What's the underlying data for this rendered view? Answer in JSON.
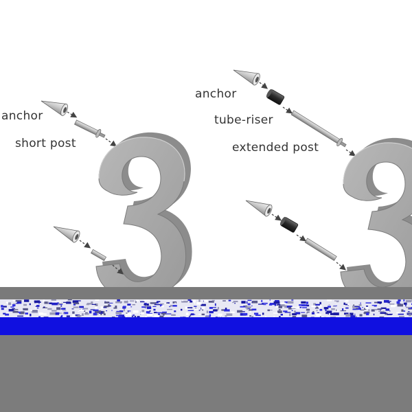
{
  "left_assembly": {
    "anchor_label": "anchor",
    "post_label": "short post",
    "numeral": "3"
  },
  "right_assembly": {
    "anchor_label": "anchor",
    "riser_label": "tube-riser",
    "post_label": "extended post",
    "numeral": "3"
  },
  "colors": {
    "metal_face": "#a9a9a9",
    "metal_side": "#8a8a8a",
    "riser": "#2a2a2a",
    "ground_band": "#1010e0",
    "floor": "#7c7c7c"
  }
}
